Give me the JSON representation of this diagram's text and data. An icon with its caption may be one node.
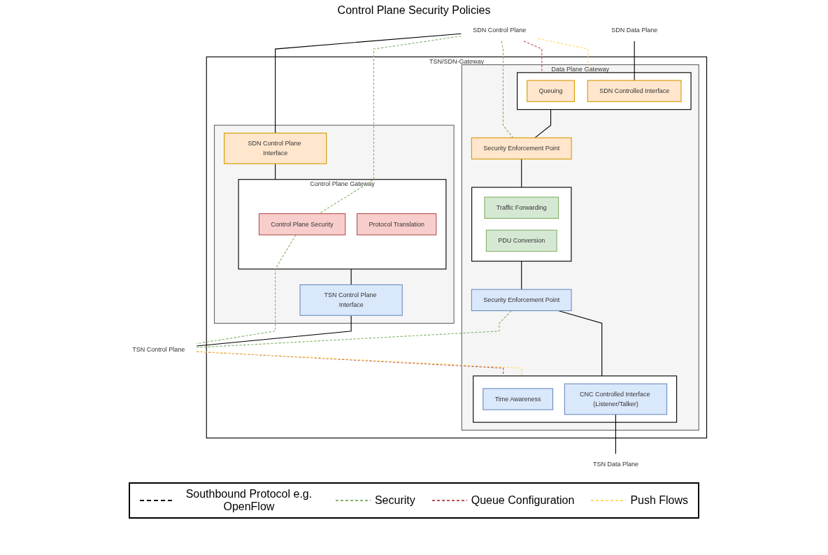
{
  "diagram": {
    "nodes": [
      {
        "text": [
          "SDN Control Plane"
        ]
      },
      {
        "text": [
          "TSN Control Plane"
        ]
      },
      {
        "text": [
          "TSN/SDN-Gateway"
        ]
      },
      {
        "text": [],
        "shape": "box",
        "in": 2
      },
      {
        "text": [
          "SDN Control Plane Interface"
        ],
        "in": 3
      },
      {
        "text": [
          "Control Plane Gateway"
        ],
        "in": 3
      },
      {
        "text": [
          "Control Plane Security"
        ],
        "in": 5
      },
      {
        "text": [
          "Protocol Translation"
        ],
        "in": 5
      },
      {
        "text": [
          "TSN Control Plane Interface"
        ],
        "in": 3
      },
      {
        "text": [
          "Data Plane Gateway"
        ],
        "in": 2
      },
      {
        "text": [],
        "shape": "box",
        "in": 9
      },
      {
        "text": [
          "Queuing"
        ],
        "in": 10
      },
      {
        "text": [
          "SDN Controlled Interface"
        ],
        "in": 10
      },
      {
        "text": [
          "Security Enforcement Point"
        ],
        "in": 9
      },
      {
        "text": [],
        "shape": "box",
        "in": 9
      },
      {
        "text": [
          "Traffic Forwarding"
        ],
        "in": 14
      },
      {
        "text": [
          "PDU Conversion"
        ],
        "in": 14
      },
      {
        "text": [
          "Security Enforcement Point"
        ],
        "in": 9
      },
      {
        "text": [],
        "shape": "box",
        "in": 9
      },
      {
        "text": [
          "Time Awareness"
        ],
        "in": 18
      },
      {
        "text": [
          "CNC Controlled Interface (Listener/Talker)"
        ],
        "in": 18
      },
      {
        "text": [
          "SDN Data Plane"
        ]
      },
      {
        "text": [
          "TSN Data Plane"
        ]
      }
    ],
    "edges": [
      {
        "from": 0,
        "to": 4,
        "arrow": "none"
      },
      {
        "from": 4,
        "to": 5,
        "arrow": "none"
      },
      {
        "from": 5,
        "to": 8,
        "arrow": "none"
      },
      {
        "from": 8,
        "to": 1,
        "arrow": "none"
      },
      {
        "from": 21,
        "to": 12,
        "arrow": "none"
      },
      {
        "from": 10,
        "to": 13,
        "arrow": "none"
      },
      {
        "from": 13,
        "to": 14,
        "arrow": "none"
      },
      {
        "from": 14,
        "to": 17,
        "arrow": "none"
      },
      {
        "from": 17,
        "to": 18,
        "arrow": "none"
      },
      {
        "from": 20,
        "to": 22,
        "arrow": "none"
      },
      {
        "from": 0,
        "to": 6,
        "arrow": "none",
        "style": "dashed",
        "color": "#82b366"
      },
      {
        "from": 6,
        "to": 1,
        "arrow": "none",
        "style": "dashed",
        "color": "#82b366"
      },
      {
        "from": 0,
        "to": 13,
        "arrow": "none",
        "style": "dashed",
        "color": "#82b366"
      },
      {
        "from": 17,
        "to": 1,
        "arrow": "none",
        "style": "dashed",
        "color": "#82b366"
      },
      {
        "from": 0,
        "to": 10,
        "arrow": "none",
        "style": "dashed",
        "color": "#b85450"
      },
      {
        "from": 0,
        "to": 10,
        "arrow": "none",
        "style": "dashed",
        "color": "#ffd966"
      },
      {
        "from": 1,
        "to": 18,
        "arrow": "none",
        "style": "dashed",
        "color": "#b85450"
      },
      {
        "from": 1,
        "to": 18,
        "arrow": "none",
        "style": "dashed",
        "color": "#ffd966"
      }
    ],
    "labels": [
      "Control Plane Security Policies"
    ],
    "legend": [
      {
        "text": "Southbound Protocol e.g. OpenFlow"
      },
      {
        "text": "Security"
      },
      {
        "text": "Queue Configuration"
      },
      {
        "text": "Push Flows"
      }
    ]
  }
}
